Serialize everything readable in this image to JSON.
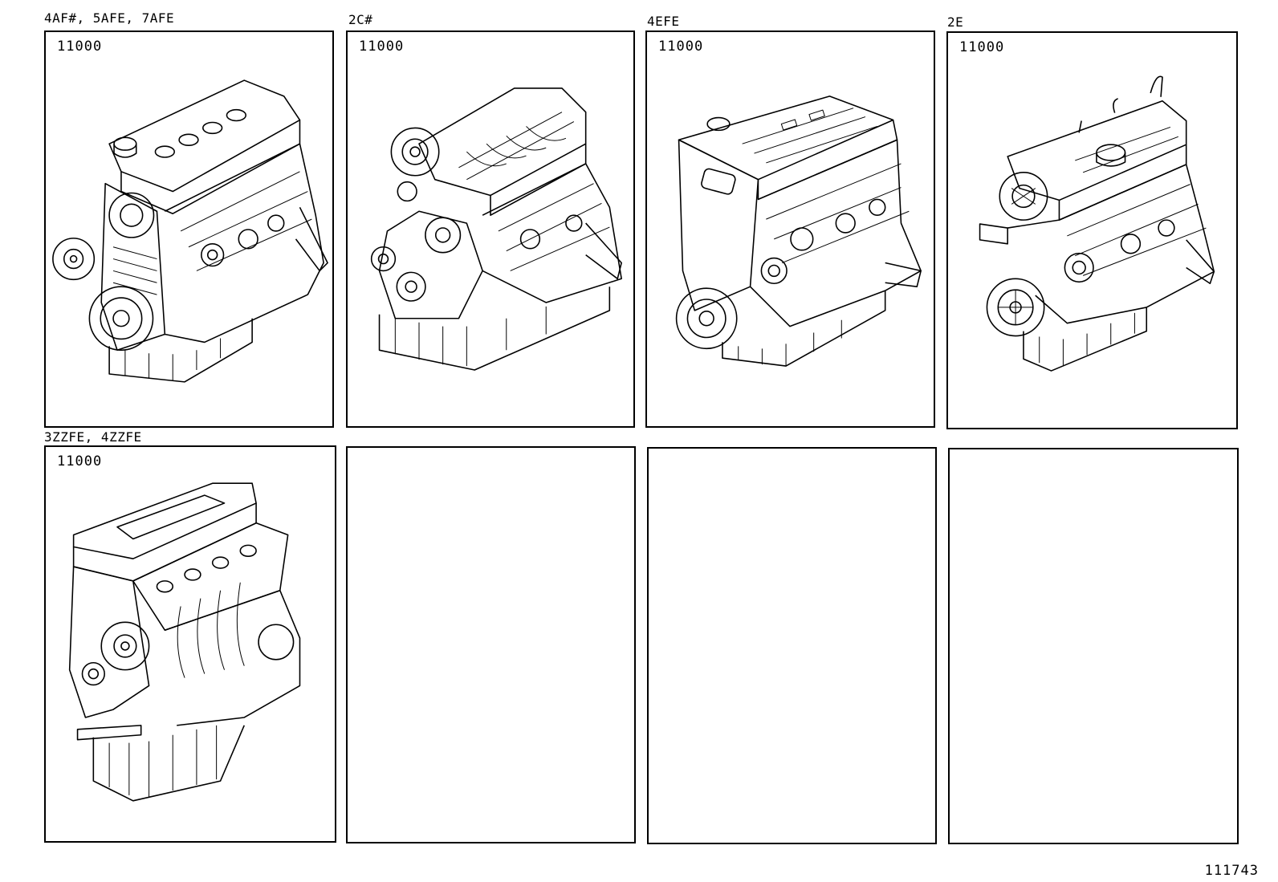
{
  "panels": [
    {
      "label": "4AF#, 5AFE, 7AFE",
      "part_no": "11000",
      "drawing": "engine-4af-icon"
    },
    {
      "label": "2C#",
      "part_no": "11000",
      "drawing": "engine-2c-icon"
    },
    {
      "label": "4EFE",
      "part_no": "11000",
      "drawing": "engine-4efe-icon"
    },
    {
      "label": "2E",
      "part_no": "11000",
      "drawing": "engine-2e-icon"
    },
    {
      "label": "3ZZFE, 4ZZFE",
      "part_no": "11000",
      "drawing": "engine-3zzfe-icon"
    },
    {
      "label": "",
      "part_no": "",
      "drawing": ""
    },
    {
      "label": "",
      "part_no": "",
      "drawing": ""
    },
    {
      "label": "",
      "part_no": "",
      "drawing": ""
    }
  ],
  "illustration_id": "111743"
}
